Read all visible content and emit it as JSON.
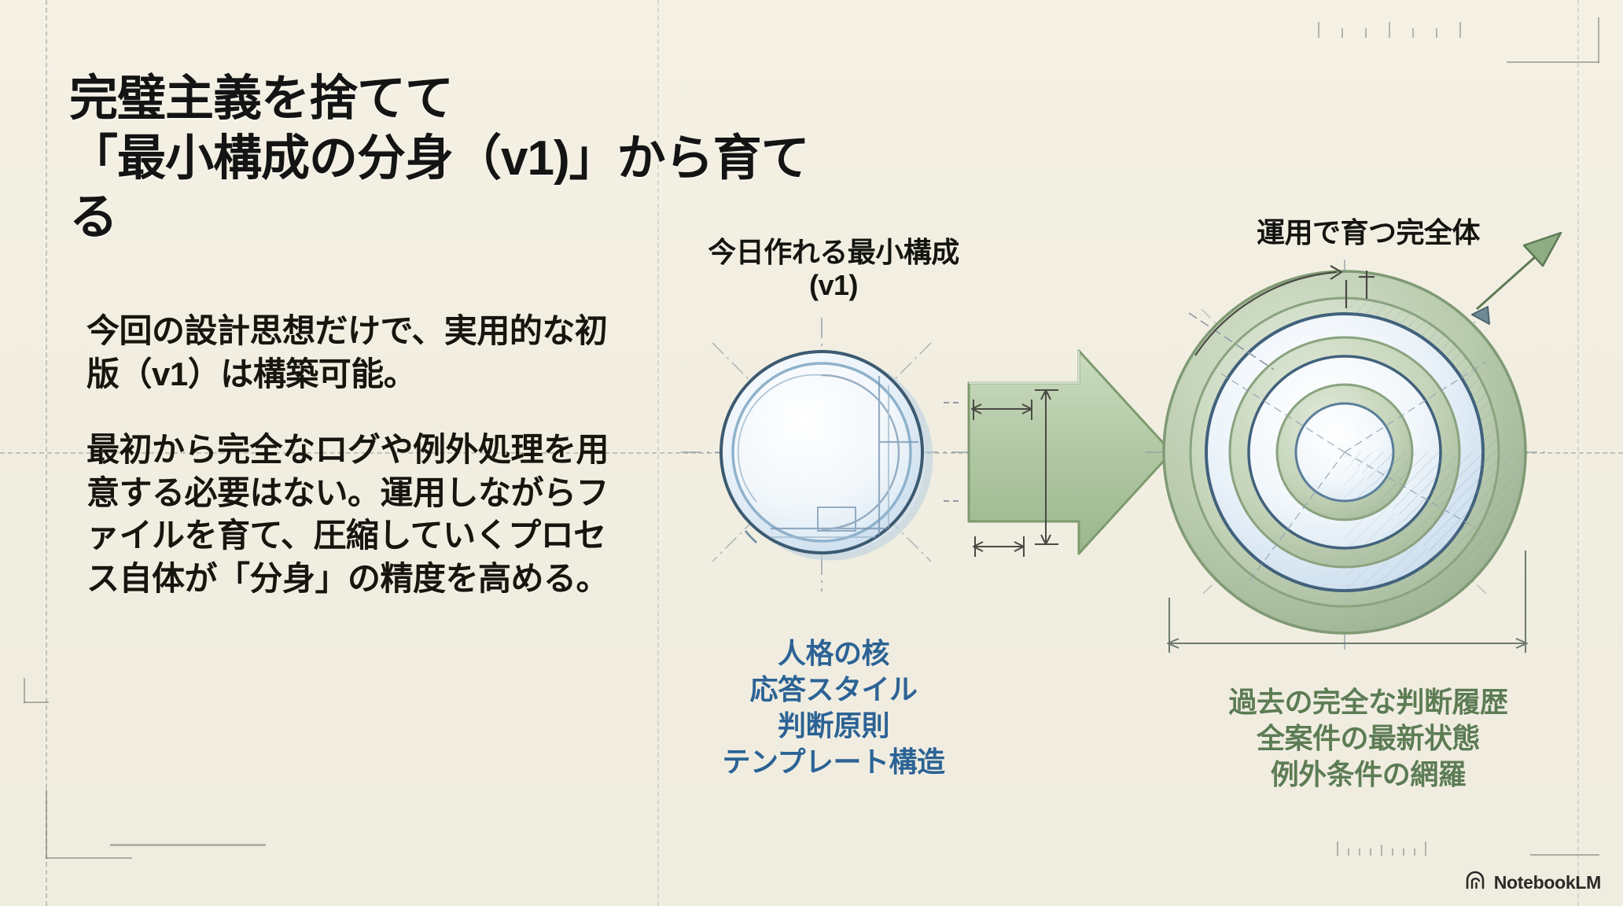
{
  "slide": {
    "background_color": "#f2efe2",
    "title_line1": "完璧主義を捨てて",
    "title_line2": "「最小構成の分身（v1)」から育てる"
  },
  "body": {
    "paragraph1": "今回の設計思想だけで、実用的な初版（v1）は構築可能。",
    "paragraph2": "最初から完全なログや例外処理を用意する必要はない。運用しながらファイルを育て、圧縮していくプロセス自体が「分身」の精度を高める。"
  },
  "diagram": {
    "left": {
      "heading_line1": "今日作れる最小構成",
      "heading_line2": "(v1)",
      "accent_color": "#2d6394",
      "captions": [
        "人格の核",
        "応答スタイル",
        "判断原則",
        "テンプレート構造"
      ]
    },
    "right": {
      "heading": "運用で育つ完全体",
      "accent_color": "#5d7c54",
      "captions": [
        "過去の完全な判断履歴",
        "全案件の最新状態",
        "例外条件の網羅"
      ]
    },
    "arrow": {
      "name": "growth-arrow",
      "color": "#94ad86"
    }
  },
  "watermark": {
    "label": "NotebookLM",
    "icon": "notebooklm-arc-icon"
  }
}
